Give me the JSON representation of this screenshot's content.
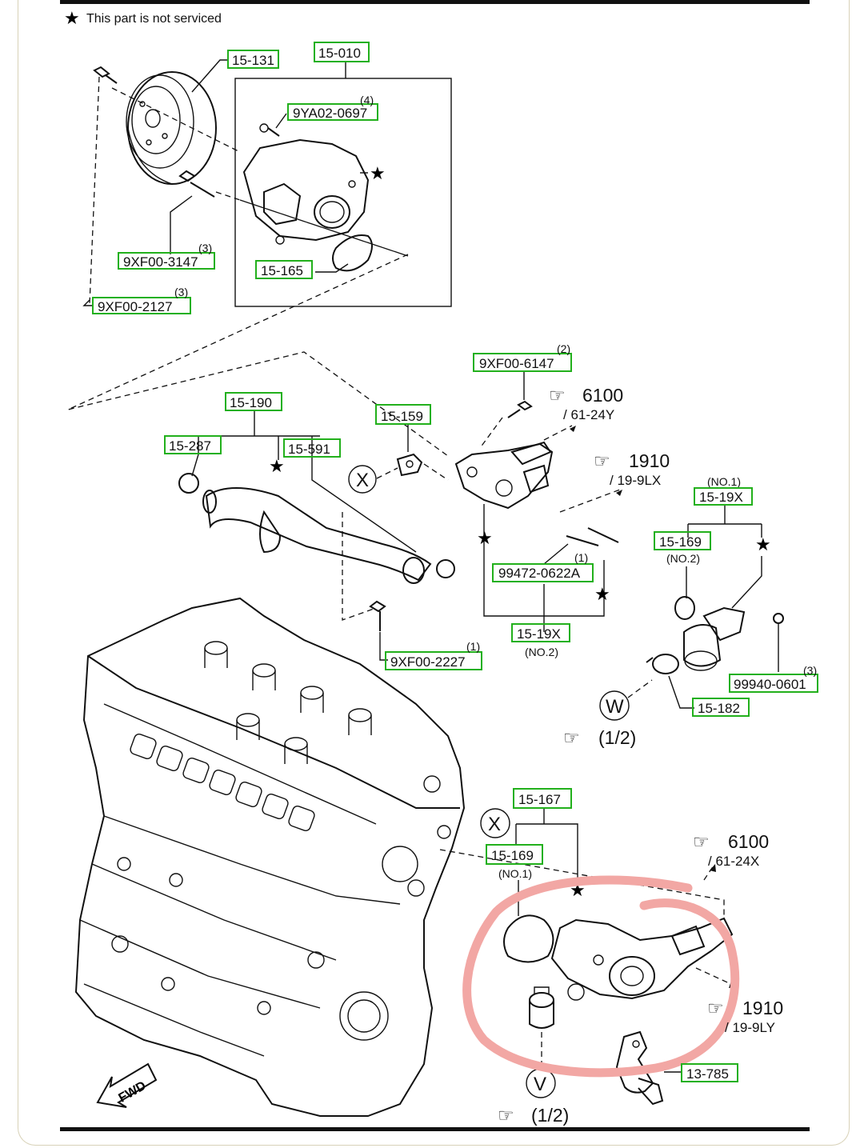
{
  "legend": {
    "star": "★",
    "text": "This part is not serviced"
  },
  "labels": {
    "p15_131": "15-131",
    "p15_010": "15-010",
    "p9ya02_0697": "9YA02-0697",
    "p9ya02_0697_qty": "(4)",
    "p9xf00_3147": "9XF00-3147",
    "p9xf00_3147_qty": "(3)",
    "p15_165": "15-165",
    "p9xf00_2127": "9XF00-2127",
    "p9xf00_2127_qty": "(3)",
    "p9xf00_6147": "9XF00-6147",
    "p9xf00_6147_qty": "(2)",
    "p15_190": "15-190",
    "p15_159": "15-159",
    "p15_287": "15-287",
    "p15_591": "15-591",
    "p15_19x_no1": "15-19X",
    "p15_19x_no1_note": "(NO.1)",
    "p15_169_no2": "15-169",
    "p15_169_no2_note": "(NO.2)",
    "p99472_0622a": "99472-0622A",
    "p99472_0622a_qty": "(1)",
    "p15_19x_no2": "15-19X",
    "p15_19x_no2_note": "(NO.2)",
    "p9xf00_2227": "9XF00-2227",
    "p9xf00_2227_qty": "(1)",
    "p99940_0601": "99940-0601",
    "p99940_0601_qty": "(3)",
    "p15_182": "15-182",
    "p15_167": "15-167",
    "p15_169_no1": "15-169",
    "p15_169_no1_note": "(NO.1)",
    "p13_785": "13-785"
  },
  "refs": {
    "r6100_top": "6100",
    "r6100_top_sub": "/ 61-24Y",
    "r1910_top": "1910",
    "r1910_top_sub": "/ 19-9LX",
    "r6100_bottom": "6100",
    "r6100_bottom_sub": "/ 61-24X",
    "r1910_bottom": "1910",
    "r1910_bottom_sub": "/ 19-9LY",
    "half_w": "(1/2)",
    "half_v": "(1/2)"
  },
  "circles": {
    "x1": "X",
    "x2": "X",
    "w": "W",
    "v": "V"
  },
  "fwd": "FWD",
  "colors": {
    "label_box": "#22b01c",
    "highlight": "#f2a7a4",
    "line": "#111111"
  }
}
